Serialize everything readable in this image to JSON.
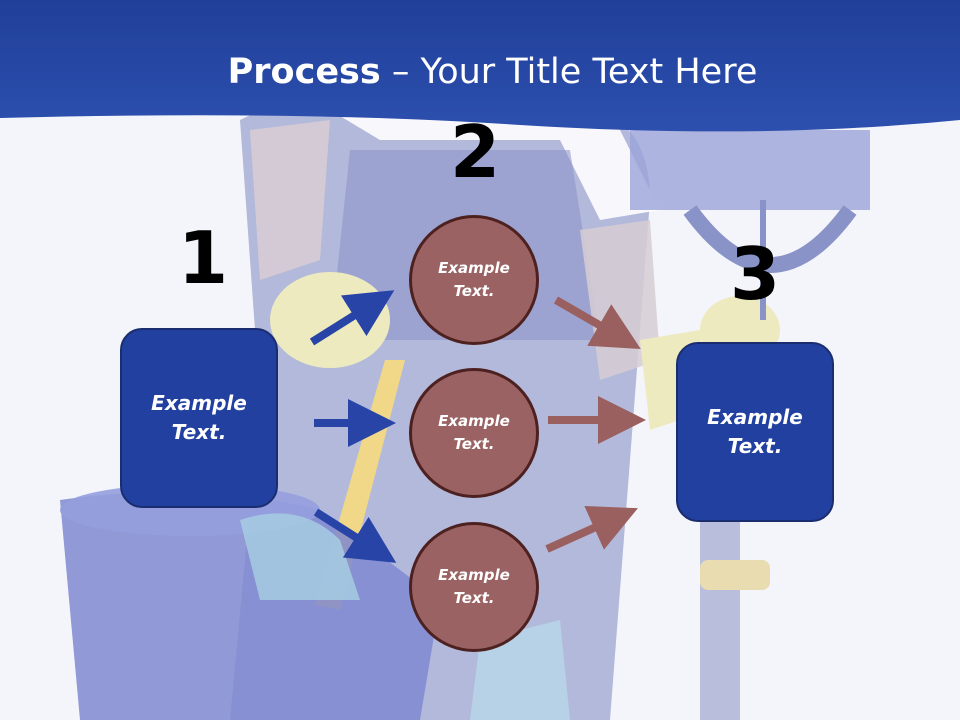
{
  "title": {
    "bold": "Process",
    "rest": " – Your Title Text Here"
  },
  "steps": [
    {
      "number": "1",
      "text": "Example\nText."
    },
    {
      "number": "2",
      "circles": [
        "Example\nText.",
        "Example\nText.",
        "Example\nText."
      ]
    },
    {
      "number": "3",
      "text": "Example\nText."
    }
  ],
  "colors": {
    "header": "#2a4ca8",
    "box": "#2240a0",
    "circle": "#9a6262",
    "blue_arrow": "#2744a6",
    "red_arrow": "#9a5f5f"
  },
  "background": "faded photo of cleaner with mop and bucket"
}
